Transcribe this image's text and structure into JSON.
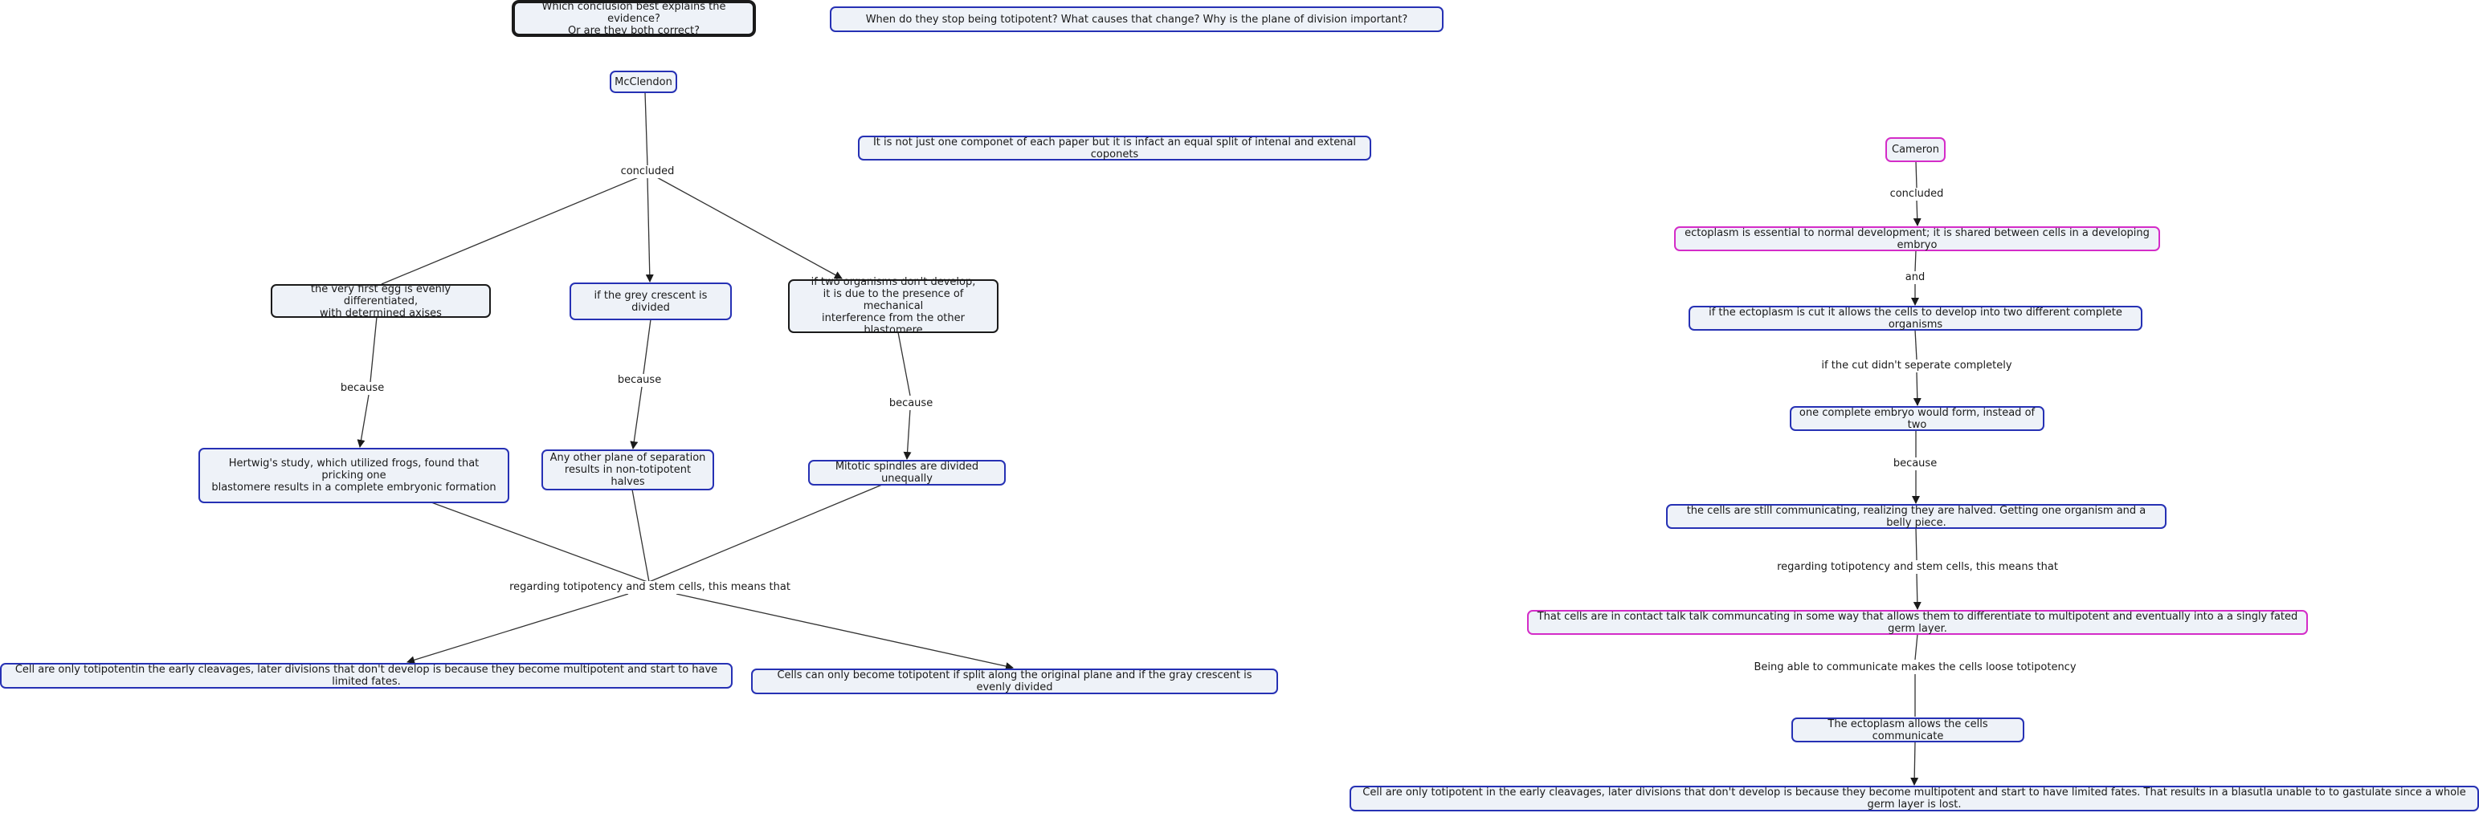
{
  "colors": {
    "blue_border": "#2631b4",
    "black_border": "#1a1a1a",
    "magenta_border": "#d42cc8",
    "node_fill": "#eef2f8",
    "edge": "#333333"
  },
  "nodes": {
    "question": "Which conclusion best explains the evidence?\nOr are they both correct?",
    "totipotent_question": "When do they stop being totipotent?  What causes that change?  Why is the plane of division important?",
    "mcclendon": "McClendon",
    "not_one_component": "It is not just one componet of each paper but it is infact an equal split of intenal and extenal coponets",
    "first_egg": "the very first egg is evenly differentiated,\nwith determined axises",
    "grey_crescent": "if the grey crescent is divided",
    "two_organisms": "if two organisms don't develop,\nit is due to the presence of mechanical\ninterference from the other blastomere",
    "hertwig": "Hertwig's study, which utilized frogs, found that pricking one\nblastomere results in a complete embryonic formation",
    "other_plane": "Any other plane of separation\nresults in non-totipotent halves",
    "mitotic": "Mitotic spindles are divided unequally",
    "only_early": "Cell are only totipotentin the early cleavages, later divisions that don't develop is because they become multipotent and start to have limited fates.",
    "original_plane": "Cells can only become totipotent if split along the original plane and if the gray crescent is evenly divided",
    "cameron": "Cameron",
    "ectoplasm_essential": "ectoplasm is essential to normal development; it is shared between cells in a developing embryo",
    "ectoplasm_cut": "if the ectoplasm is cut it allows the cells to develop into two different complete organisms",
    "one_embryo": "one complete embryo would form, instead of two",
    "still_communicating": "the cells are still communicating, realizing they are halved. Getting one organism and a belly piece.",
    "contact_talk": "That cells are in contact talk talk communcating in some way that allows them to differentiate to multipotent and eventually into a a singly fated germ layer.",
    "ectoplasm_communicate": "The ectoplasm allows the cells communicate",
    "only_early_cameron": "Cell are only totipotent in the early cleavages, later divisions that don't develop is because they become multipotent and start to have limited fates. That results in a blasutla unable to to gastulate since a whole germ layer is lost."
  },
  "labels": {
    "concluded_left": "concluded",
    "because_1": "because",
    "because_2": "because",
    "because_3": "because",
    "regarding_left": "regarding totipotency and stem cells, this means that",
    "concluded_right": "concluded",
    "and": "and",
    "cut_didnt_separate": "if the cut didn't seperate completely",
    "because_right": "because",
    "regarding_right": "regarding totipotency and stem cells, this means that",
    "being_able": "Being able to communicate makes the cells loose totipotency"
  }
}
